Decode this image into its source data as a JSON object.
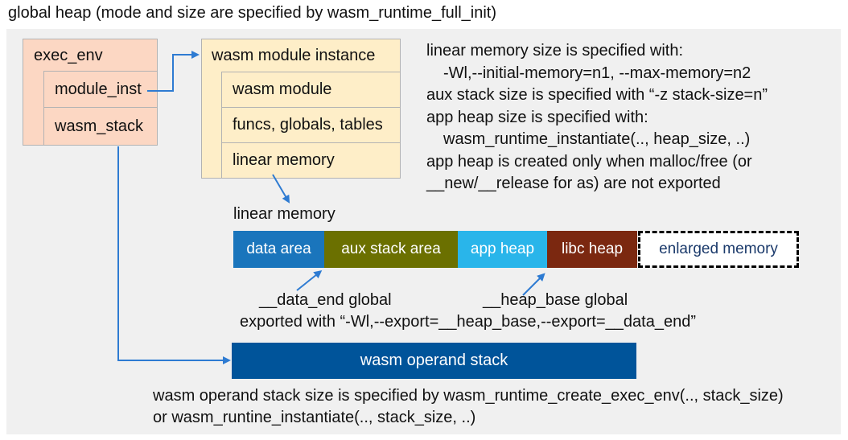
{
  "title": "global heap (mode and size are specified by wasm_runtime_full_init)",
  "exec_env": {
    "label": "exec_env",
    "children": [
      {
        "label": "module_inst"
      },
      {
        "label": "wasm_stack"
      }
    ]
  },
  "module_instance": {
    "label": "wasm module instance",
    "children": [
      {
        "label": "wasm module"
      },
      {
        "label": "funcs, globals, tables"
      },
      {
        "label": "linear memory"
      }
    ]
  },
  "notes_right": [
    "linear memory size is specified with:",
    "-Wl,--initial-memory=n1, --max-memory=n2",
    "aux stack size is specified with “-z stack-size=n”",
    "app heap size is specified with:",
    "wasm_runtime_instantiate(.., heap_size, ..)",
    "app heap is created only when malloc/free (or",
    "__new/__release for as) are not exported"
  ],
  "linear_memory": {
    "label": "linear memory",
    "segments": [
      {
        "label": "data area",
        "color": "#1a75bc"
      },
      {
        "label": "aux stack area",
        "color": "#6b7000"
      },
      {
        "label": "app heap",
        "color": "#29b5ea"
      },
      {
        "label": "libc heap",
        "color": "#7b2810"
      },
      {
        "label": "enlarged memory",
        "color": "#ffffff",
        "text_color": "#1b3a6b",
        "border": "dashed"
      }
    ],
    "data_end_label": "__data_end global",
    "heap_base_label": "__heap_base global",
    "exported_line": "exported with “-Wl,--export=__heap_base,--export=__data_end”"
  },
  "operand_stack": {
    "label": "wasm operand stack",
    "color": "#00549a"
  },
  "notes_bottom": [
    "wasm operand stack size is specified by wasm_runtime_create_exec_env(.., stack_size)",
    "or wasm_runtine_instantiate(.., stack_size, ..)"
  ],
  "colors": {
    "panel_background": "#f0f0f0",
    "struct_box_pink": "#fcd7c3",
    "struct_box_cream": "#feeec8",
    "box_border": "#b3b3b3",
    "connector_blue": "#2e7bd2",
    "text": "#111111"
  }
}
